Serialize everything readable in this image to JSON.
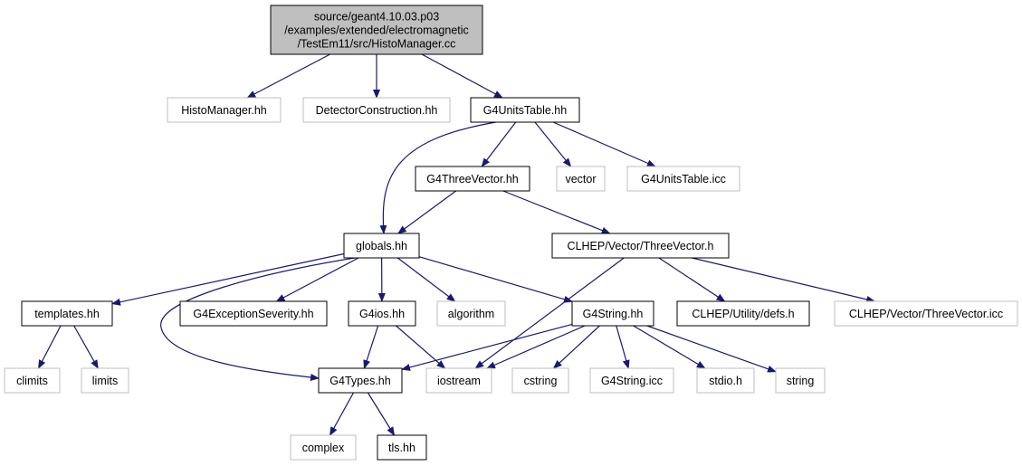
{
  "graph": {
    "colors": {
      "root_fill": "#bfbfbf",
      "border_documented": "#000000",
      "border_external": "#bfbfbf",
      "edge": "#191970",
      "text": "#000000"
    },
    "nodes": [
      {
        "id": "root",
        "lines": [
          "source/geant4.10.03.p03",
          "/examples/extended/electromagnetic",
          "/TestEm11/src/HistoManager.cc"
        ],
        "kind": "root"
      },
      {
        "id": "histomanager_hh",
        "lines": [
          "HistoManager.hh"
        ],
        "kind": "external"
      },
      {
        "id": "detectorconstruction_hh",
        "lines": [
          "DetectorConstruction.hh"
        ],
        "kind": "external"
      },
      {
        "id": "g4unitstable_hh",
        "lines": [
          "G4UnitsTable.hh"
        ],
        "kind": "documented"
      },
      {
        "id": "g4threevector_hh",
        "lines": [
          "G4ThreeVector.hh"
        ],
        "kind": "documented"
      },
      {
        "id": "vector",
        "lines": [
          "vector"
        ],
        "kind": "external"
      },
      {
        "id": "g4unitstable_icc",
        "lines": [
          "G4UnitsTable.icc"
        ],
        "kind": "external"
      },
      {
        "id": "globals_hh",
        "lines": [
          "globals.hh"
        ],
        "kind": "documented"
      },
      {
        "id": "clhep_threevector_h",
        "lines": [
          "CLHEP/Vector/ThreeVector.h"
        ],
        "kind": "documented"
      },
      {
        "id": "templates_hh",
        "lines": [
          "templates.hh"
        ],
        "kind": "documented"
      },
      {
        "id": "g4exceptionseverity_hh",
        "lines": [
          "G4ExceptionSeverity.hh"
        ],
        "kind": "documented"
      },
      {
        "id": "g4ios_hh",
        "lines": [
          "G4ios.hh"
        ],
        "kind": "documented"
      },
      {
        "id": "algorithm",
        "lines": [
          "algorithm"
        ],
        "kind": "external"
      },
      {
        "id": "g4string_hh",
        "lines": [
          "G4String.hh"
        ],
        "kind": "documented"
      },
      {
        "id": "clhep_defs_h",
        "lines": [
          "CLHEP/Utility/defs.h"
        ],
        "kind": "documented"
      },
      {
        "id": "clhep_threevector_icc",
        "lines": [
          "CLHEP/Vector/ThreeVector.icc"
        ],
        "kind": "external"
      },
      {
        "id": "climits",
        "lines": [
          "climits"
        ],
        "kind": "external"
      },
      {
        "id": "limits",
        "lines": [
          "limits"
        ],
        "kind": "external"
      },
      {
        "id": "g4types_hh",
        "lines": [
          "G4Types.hh"
        ],
        "kind": "documented"
      },
      {
        "id": "iostream",
        "lines": [
          "iostream"
        ],
        "kind": "external"
      },
      {
        "id": "cstring",
        "lines": [
          "cstring"
        ],
        "kind": "external"
      },
      {
        "id": "g4string_icc",
        "lines": [
          "G4String.icc"
        ],
        "kind": "external"
      },
      {
        "id": "stdio_h",
        "lines": [
          "stdio.h"
        ],
        "kind": "external"
      },
      {
        "id": "string",
        "lines": [
          "string"
        ],
        "kind": "external"
      },
      {
        "id": "complex",
        "lines": [
          "complex"
        ],
        "kind": "external"
      },
      {
        "id": "tls_hh",
        "lines": [
          "tls.hh"
        ],
        "kind": "documented"
      }
    ],
    "edges": [
      {
        "from": "root",
        "to": "histomanager_hh"
      },
      {
        "from": "root",
        "to": "detectorconstruction_hh"
      },
      {
        "from": "root",
        "to": "g4unitstable_hh"
      },
      {
        "from": "g4unitstable_hh",
        "to": "globals_hh"
      },
      {
        "from": "g4unitstable_hh",
        "to": "g4threevector_hh"
      },
      {
        "from": "g4unitstable_hh",
        "to": "vector"
      },
      {
        "from": "g4unitstable_hh",
        "to": "g4unitstable_icc"
      },
      {
        "from": "g4threevector_hh",
        "to": "globals_hh"
      },
      {
        "from": "g4threevector_hh",
        "to": "clhep_threevector_h"
      },
      {
        "from": "globals_hh",
        "to": "templates_hh"
      },
      {
        "from": "globals_hh",
        "to": "g4exceptionseverity_hh"
      },
      {
        "from": "globals_hh",
        "to": "g4ios_hh"
      },
      {
        "from": "globals_hh",
        "to": "algorithm"
      },
      {
        "from": "globals_hh",
        "to": "g4string_hh"
      },
      {
        "from": "globals_hh",
        "to": "g4types_hh"
      },
      {
        "from": "clhep_threevector_h",
        "to": "iostream"
      },
      {
        "from": "clhep_threevector_h",
        "to": "clhep_defs_h"
      },
      {
        "from": "clhep_threevector_h",
        "to": "clhep_threevector_icc"
      },
      {
        "from": "templates_hh",
        "to": "climits"
      },
      {
        "from": "templates_hh",
        "to": "limits"
      },
      {
        "from": "g4ios_hh",
        "to": "g4types_hh"
      },
      {
        "from": "g4ios_hh",
        "to": "iostream"
      },
      {
        "from": "g4string_hh",
        "to": "g4types_hh"
      },
      {
        "from": "g4string_hh",
        "to": "iostream"
      },
      {
        "from": "g4string_hh",
        "to": "cstring"
      },
      {
        "from": "g4string_hh",
        "to": "g4string_icc"
      },
      {
        "from": "g4string_hh",
        "to": "stdio_h"
      },
      {
        "from": "g4string_hh",
        "to": "string"
      },
      {
        "from": "g4types_hh",
        "to": "complex"
      },
      {
        "from": "g4types_hh",
        "to": "tls_hh"
      }
    ]
  }
}
